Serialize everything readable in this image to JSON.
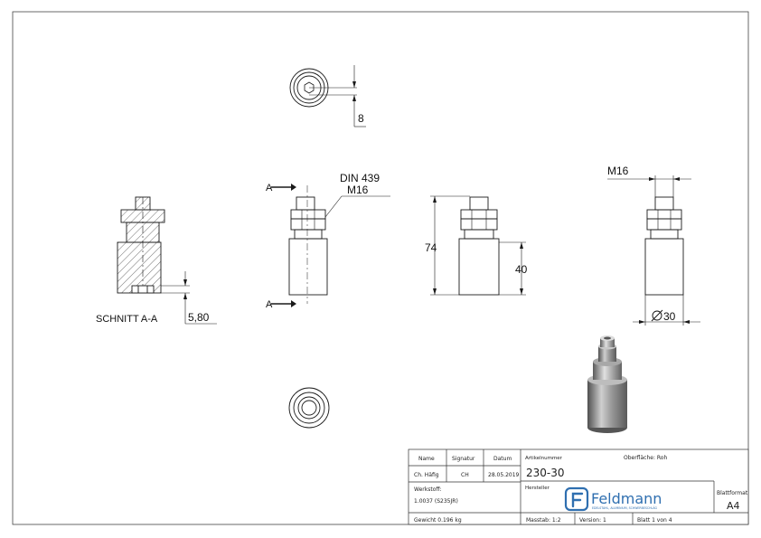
{
  "dimensions": {
    "top_height": "8",
    "din": "DIN 439",
    "thread_label": "M16",
    "total_height": "74",
    "body_height": "40",
    "thread_top": "M16",
    "diameter": "30",
    "groove": "5,80"
  },
  "section": {
    "label": "SCHNITT A-A",
    "marker": "A"
  },
  "title_block": {
    "headers": {
      "name": "Name",
      "signature": "Signatur",
      "date": "Datum"
    },
    "author": {
      "name": "Ch. Häfig",
      "signature": "CH",
      "date": "28.05.2019"
    },
    "material_label": "Werkstoff:",
    "material_value": "1.0037 (S235JR)",
    "weight": "Gewicht 0.196 kg",
    "article_label": "Artikelnummer",
    "article_number": "230-30",
    "surface": "Oberfläche: Roh",
    "manufacturer_label": "Hersteller",
    "scale": "Masstab: 1:2",
    "version": "Version: 1",
    "sheet": "Blatt 1 von 4",
    "sheet_format_label": "Blattformat",
    "sheet_format": "A4",
    "logo_text": "Feldmann",
    "logo_tagline": "EDELSTAHL, ALUMINIUM, SCHWERBESCHLÄG"
  },
  "colors": {
    "line": "#1a1a1a",
    "logo_blue": "#2f6fb0",
    "metal_light": "#d6d6d6",
    "metal_dark": "#6e6e6e"
  }
}
